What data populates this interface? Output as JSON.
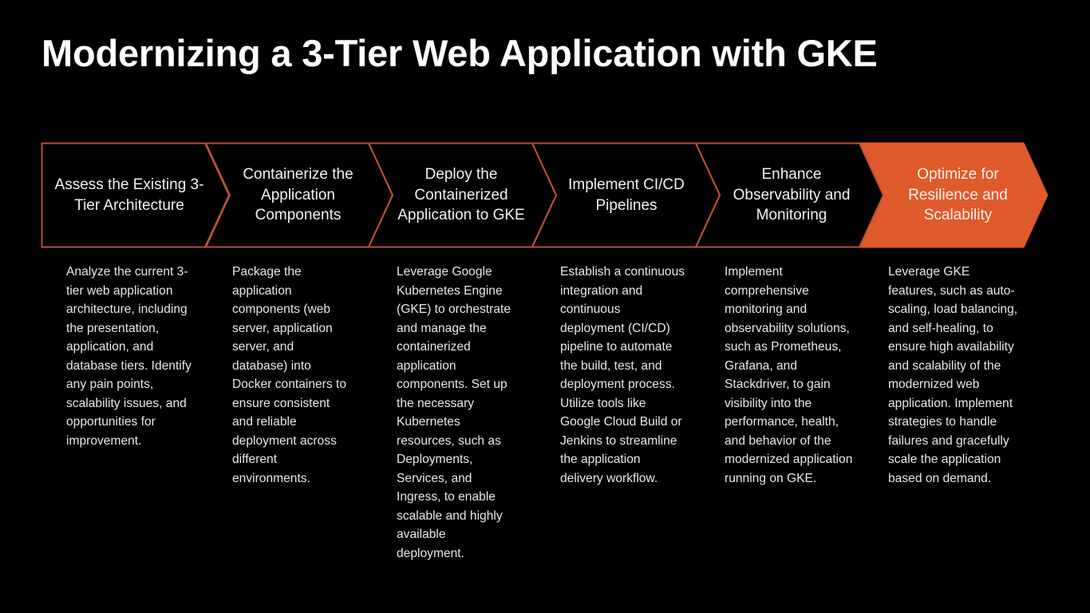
{
  "slide": {
    "background_color": "#000000",
    "title": "Modernizing a 3-Tier Web Application with GKE"
  },
  "theme": {
    "accent_fill": "#DF5A2A",
    "accent_stroke": "#B9513A",
    "title_color": "#FFFFFF",
    "body_text_color": "#E8E8E8",
    "chevron_label_color": "#F2F2F2",
    "chevron_label_on_fill_color": "#FDF1EC"
  },
  "process": {
    "steps": [
      {
        "index": 1,
        "title": "Assess the Existing 3-Tier Architecture",
        "title_lines": [
          "Assess the",
          "Existing 3-Tier",
          "Architecture"
        ],
        "style": "outline",
        "description": "Analyze the current 3-tier web application architecture, including the presentation, application, and database tiers. Identify any pain points, scalability issues, and opportunities for improvement."
      },
      {
        "index": 2,
        "title": "Containerize the Application Components",
        "title_lines": [
          "Containerize",
          "the",
          "Application",
          "Components"
        ],
        "style": "outline",
        "description": "Package the application components (web server, application server, and database) into Docker containers to ensure consistent and reliable deployment across different environments."
      },
      {
        "index": 3,
        "title": "Deploy the Containerized Application to GKE",
        "title_lines": [
          "Deploy the",
          "Containerized",
          "Application to",
          "GKE"
        ],
        "style": "outline",
        "description": "Leverage Google Kubernetes Engine (GKE) to orchestrate and manage the containerized application components. Set up the necessary Kubernetes resources, such as Deployments, Services, and Ingress, to enable scalable and highly available deployment."
      },
      {
        "index": 4,
        "title": "Implement CI/CD Pipelines",
        "title_lines": [
          "Implement",
          "CI/CD",
          "Pipelines"
        ],
        "style": "outline",
        "description": "Establish a continuous integration and continuous deployment (CI/CD) pipeline to automate the build, test, and deployment process. Utilize tools like Google Cloud Build or Jenkins to streamline the application delivery workflow."
      },
      {
        "index": 5,
        "title": "Enhance Observability and Monitoring",
        "title_lines": [
          "Enhance",
          "Observability",
          "and",
          "Monitoring"
        ],
        "style": "outline",
        "description": "Implement comprehensive monitoring and observability solutions, such as Prometheus, Grafana, and Stackdriver, to gain visibility into the performance, health, and behavior of the modernized application running on GKE."
      },
      {
        "index": 6,
        "title": "Optimize for Resilience and Scalability",
        "title_lines": [
          "Optimize for",
          "Resilience and",
          "Scalability"
        ],
        "style": "filled",
        "description": "Leverage GKE features, such as auto-scaling, load balancing, and self-healing, to ensure high availability and scalability of the modernized web application. Implement strategies to handle failures and gracefully scale the application based on demand."
      }
    ]
  }
}
